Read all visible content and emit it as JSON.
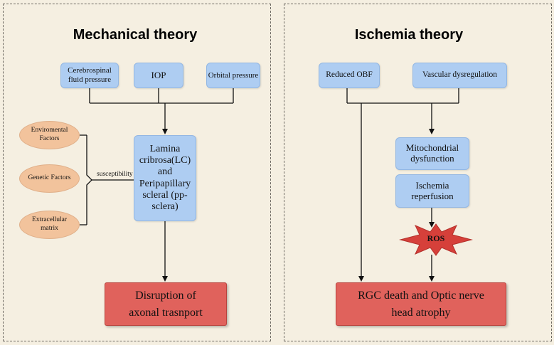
{
  "mechanical": {
    "title": "Mechanical theory",
    "csf": "Cerebrospinal fluid pressure",
    "iop": "IOP",
    "orbital": "Orbital pressure",
    "lamina": "Lamina cribrosa(LC) and Peripapillary scleral (pp-sclera)",
    "factors": [
      "Enviromental Factors",
      "Genetic Factors",
      "Extracellular matrix"
    ],
    "susceptibility": "susceptibility",
    "outcome": "Disruption of axonal trasnport"
  },
  "ischemia": {
    "title": "Ischemia theory",
    "obf": "Reduced OBF",
    "vascular": "Vascular dysregulation",
    "mito": "Mitochondrial dysfunction",
    "reperfusion": "Ischemia reperfusion",
    "ros": "ROS",
    "outcome": "RGC death and Optic nerve head atrophy"
  },
  "colors": {
    "background": "#f5efe1",
    "blue_box": "#aecdf2",
    "red_box": "#e0625c",
    "oval": "#f2c39c",
    "ros_star": "#d6403a"
  }
}
